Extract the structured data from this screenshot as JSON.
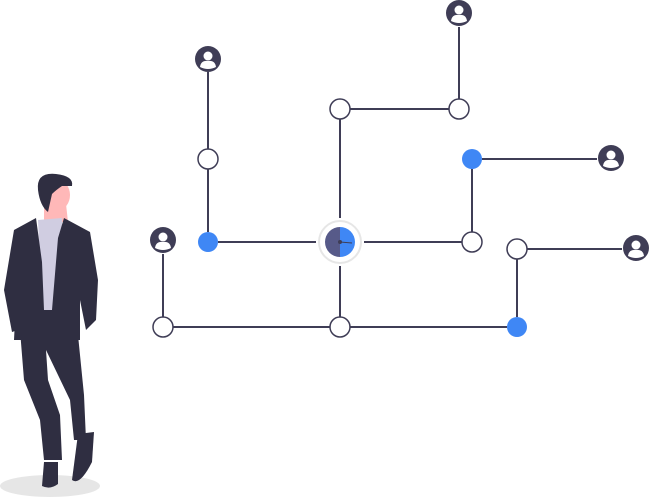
{
  "colors": {
    "line": "#3f3d56",
    "accent": "#3f87f5",
    "hub_dark": "#575a89",
    "suit": "#2f2e41",
    "skin": "#ffb8b8",
    "shirt": "#d0cde1",
    "shadow": "#e6e6e6"
  },
  "nodes": {
    "open": [
      "n1",
      "n2",
      "n3",
      "n4",
      "n5",
      "n6",
      "n7"
    ],
    "active": [
      "a1",
      "a2",
      "a3"
    ],
    "users": [
      "u1",
      "u2",
      "u3",
      "u4",
      "u5"
    ]
  }
}
